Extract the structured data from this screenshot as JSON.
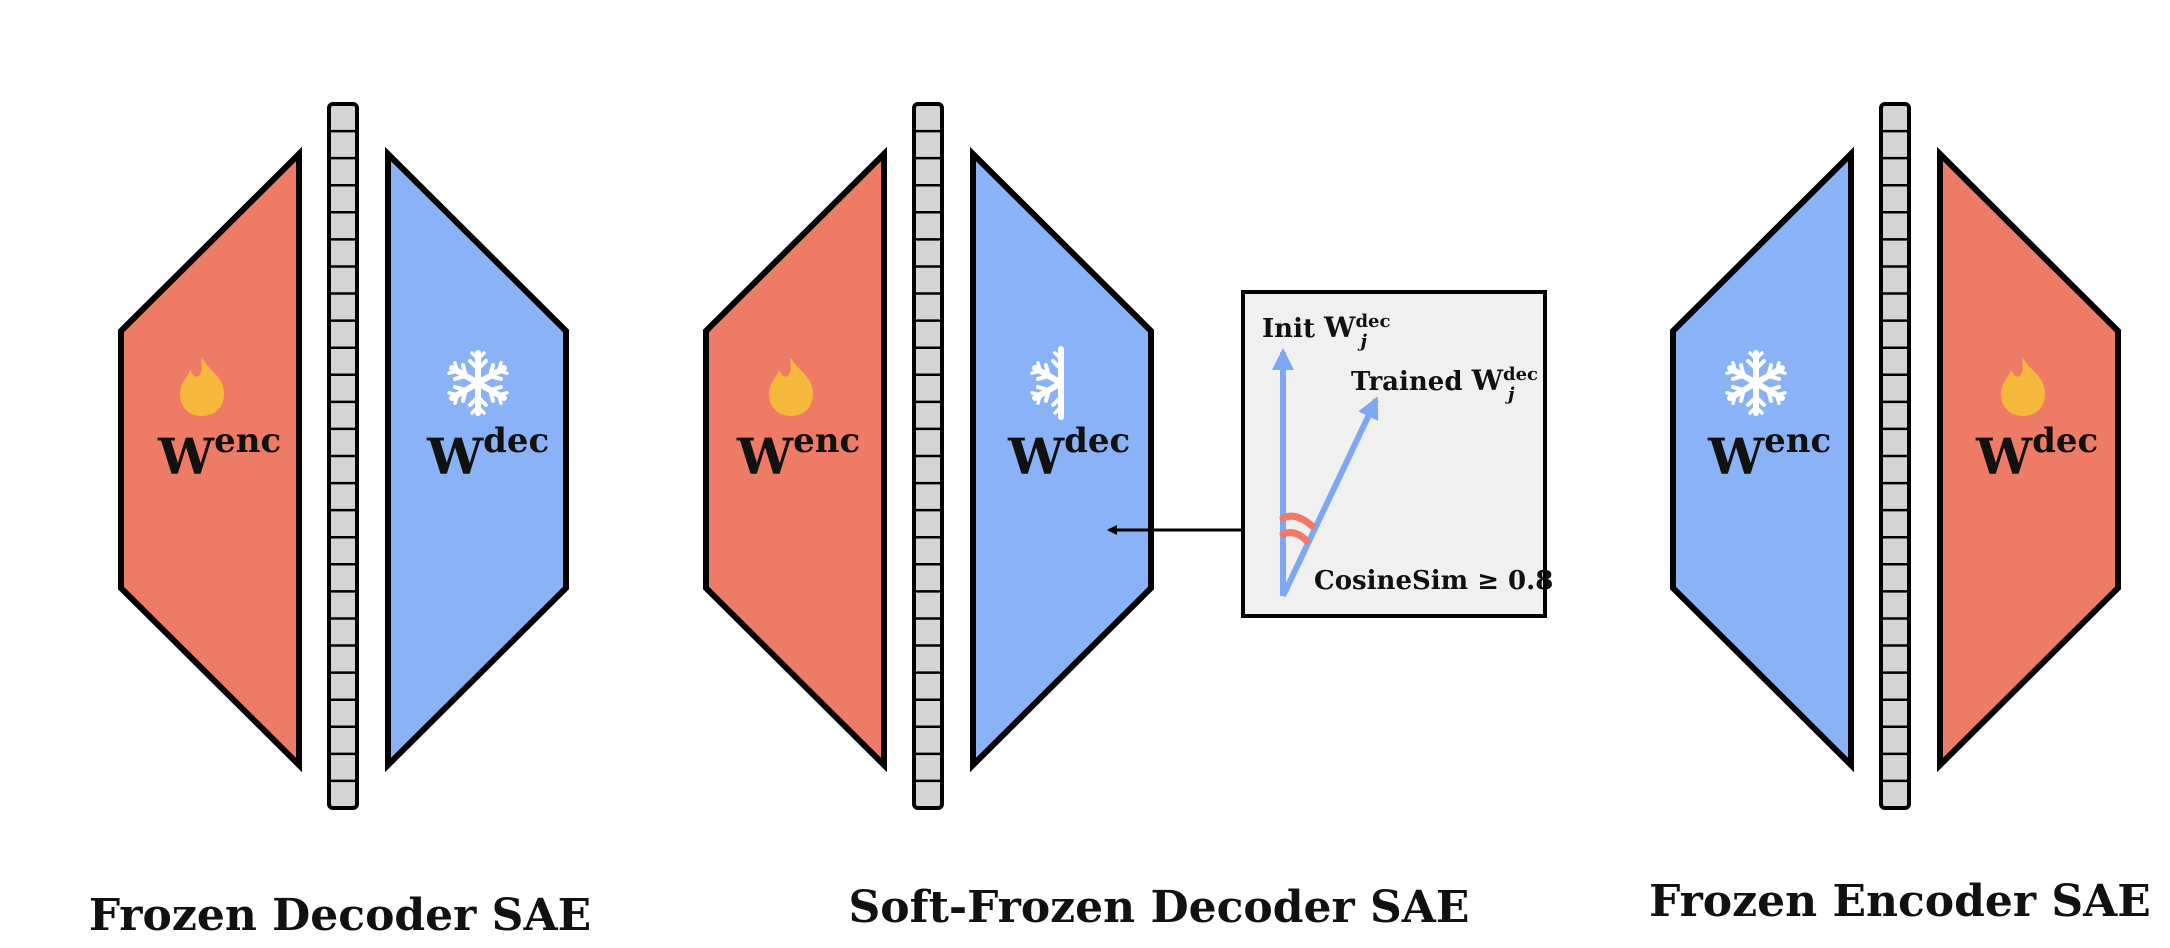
{
  "colors": {
    "encoder_trainable": "#EE7B65",
    "decoder_blue": "#8AB2F7",
    "latent_cell": "#D4D4D4",
    "inset_bg": "#F0F0F0",
    "arrow_blue": "#7EA8F5",
    "angle_mark": "#EE7B65",
    "flame": "#F5B83D"
  },
  "panels": [
    {
      "caption": "Frozen Decoder SAE",
      "left_block": {
        "label_main": "W",
        "label_sup": "enc",
        "icon": "flame-icon"
      },
      "right_block": {
        "label_main": "W",
        "label_sup": "dec",
        "icon": "snowflake-icon"
      }
    },
    {
      "caption": "Soft-Frozen Decoder SAE",
      "left_block": {
        "label_main": "W",
        "label_sup": "enc",
        "icon": "flame-icon"
      },
      "right_block": {
        "label_main": "W",
        "label_sup": "dec",
        "icon": "half-snowflake-icon"
      }
    },
    {
      "caption": "Frozen Encoder SAE",
      "left_block": {
        "label_main": "W",
        "label_sup": "enc",
        "icon": "snowflake-icon"
      },
      "right_block": {
        "label_main": "W",
        "label_sup": "dec",
        "icon": "flame-icon"
      }
    }
  ],
  "inset": {
    "init_prefix": "Init ",
    "trained_prefix": "Trained ",
    "vec_main": "W",
    "vec_sub": "j",
    "vec_sup": "dec",
    "constraint": "CosineSim ≥ 0.8"
  }
}
